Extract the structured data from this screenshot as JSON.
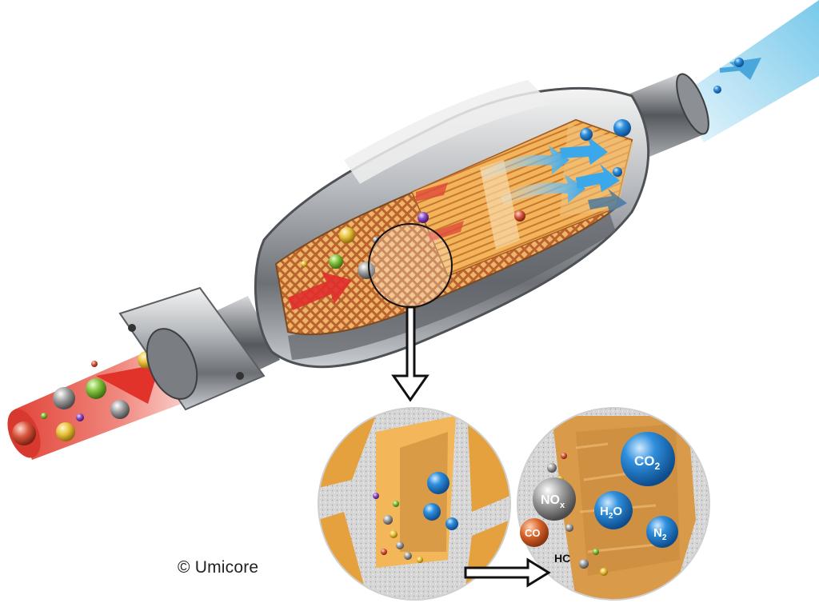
{
  "credit": "© Umicore",
  "molecules": {
    "co2": {
      "base": "CO",
      "sub": "2"
    },
    "nox": {
      "base": "NO",
      "sub": "x"
    },
    "h2o": {
      "pre": "H",
      "sub": "2",
      "post": "O"
    },
    "n2": {
      "base": "N",
      "sub": "2"
    },
    "co": {
      "base": "CO"
    },
    "hc": {
      "base": "HC"
    }
  },
  "colors": {
    "inlet_gas": "#e2453a",
    "outlet_gas": "#6fc6e6",
    "substrate": "#e6a24a",
    "shell": "#9aa0a6",
    "clean_molecule": "#2b7fc7",
    "pollutant_gray": "#8b8b8b",
    "co_orange": "#d9642a"
  }
}
